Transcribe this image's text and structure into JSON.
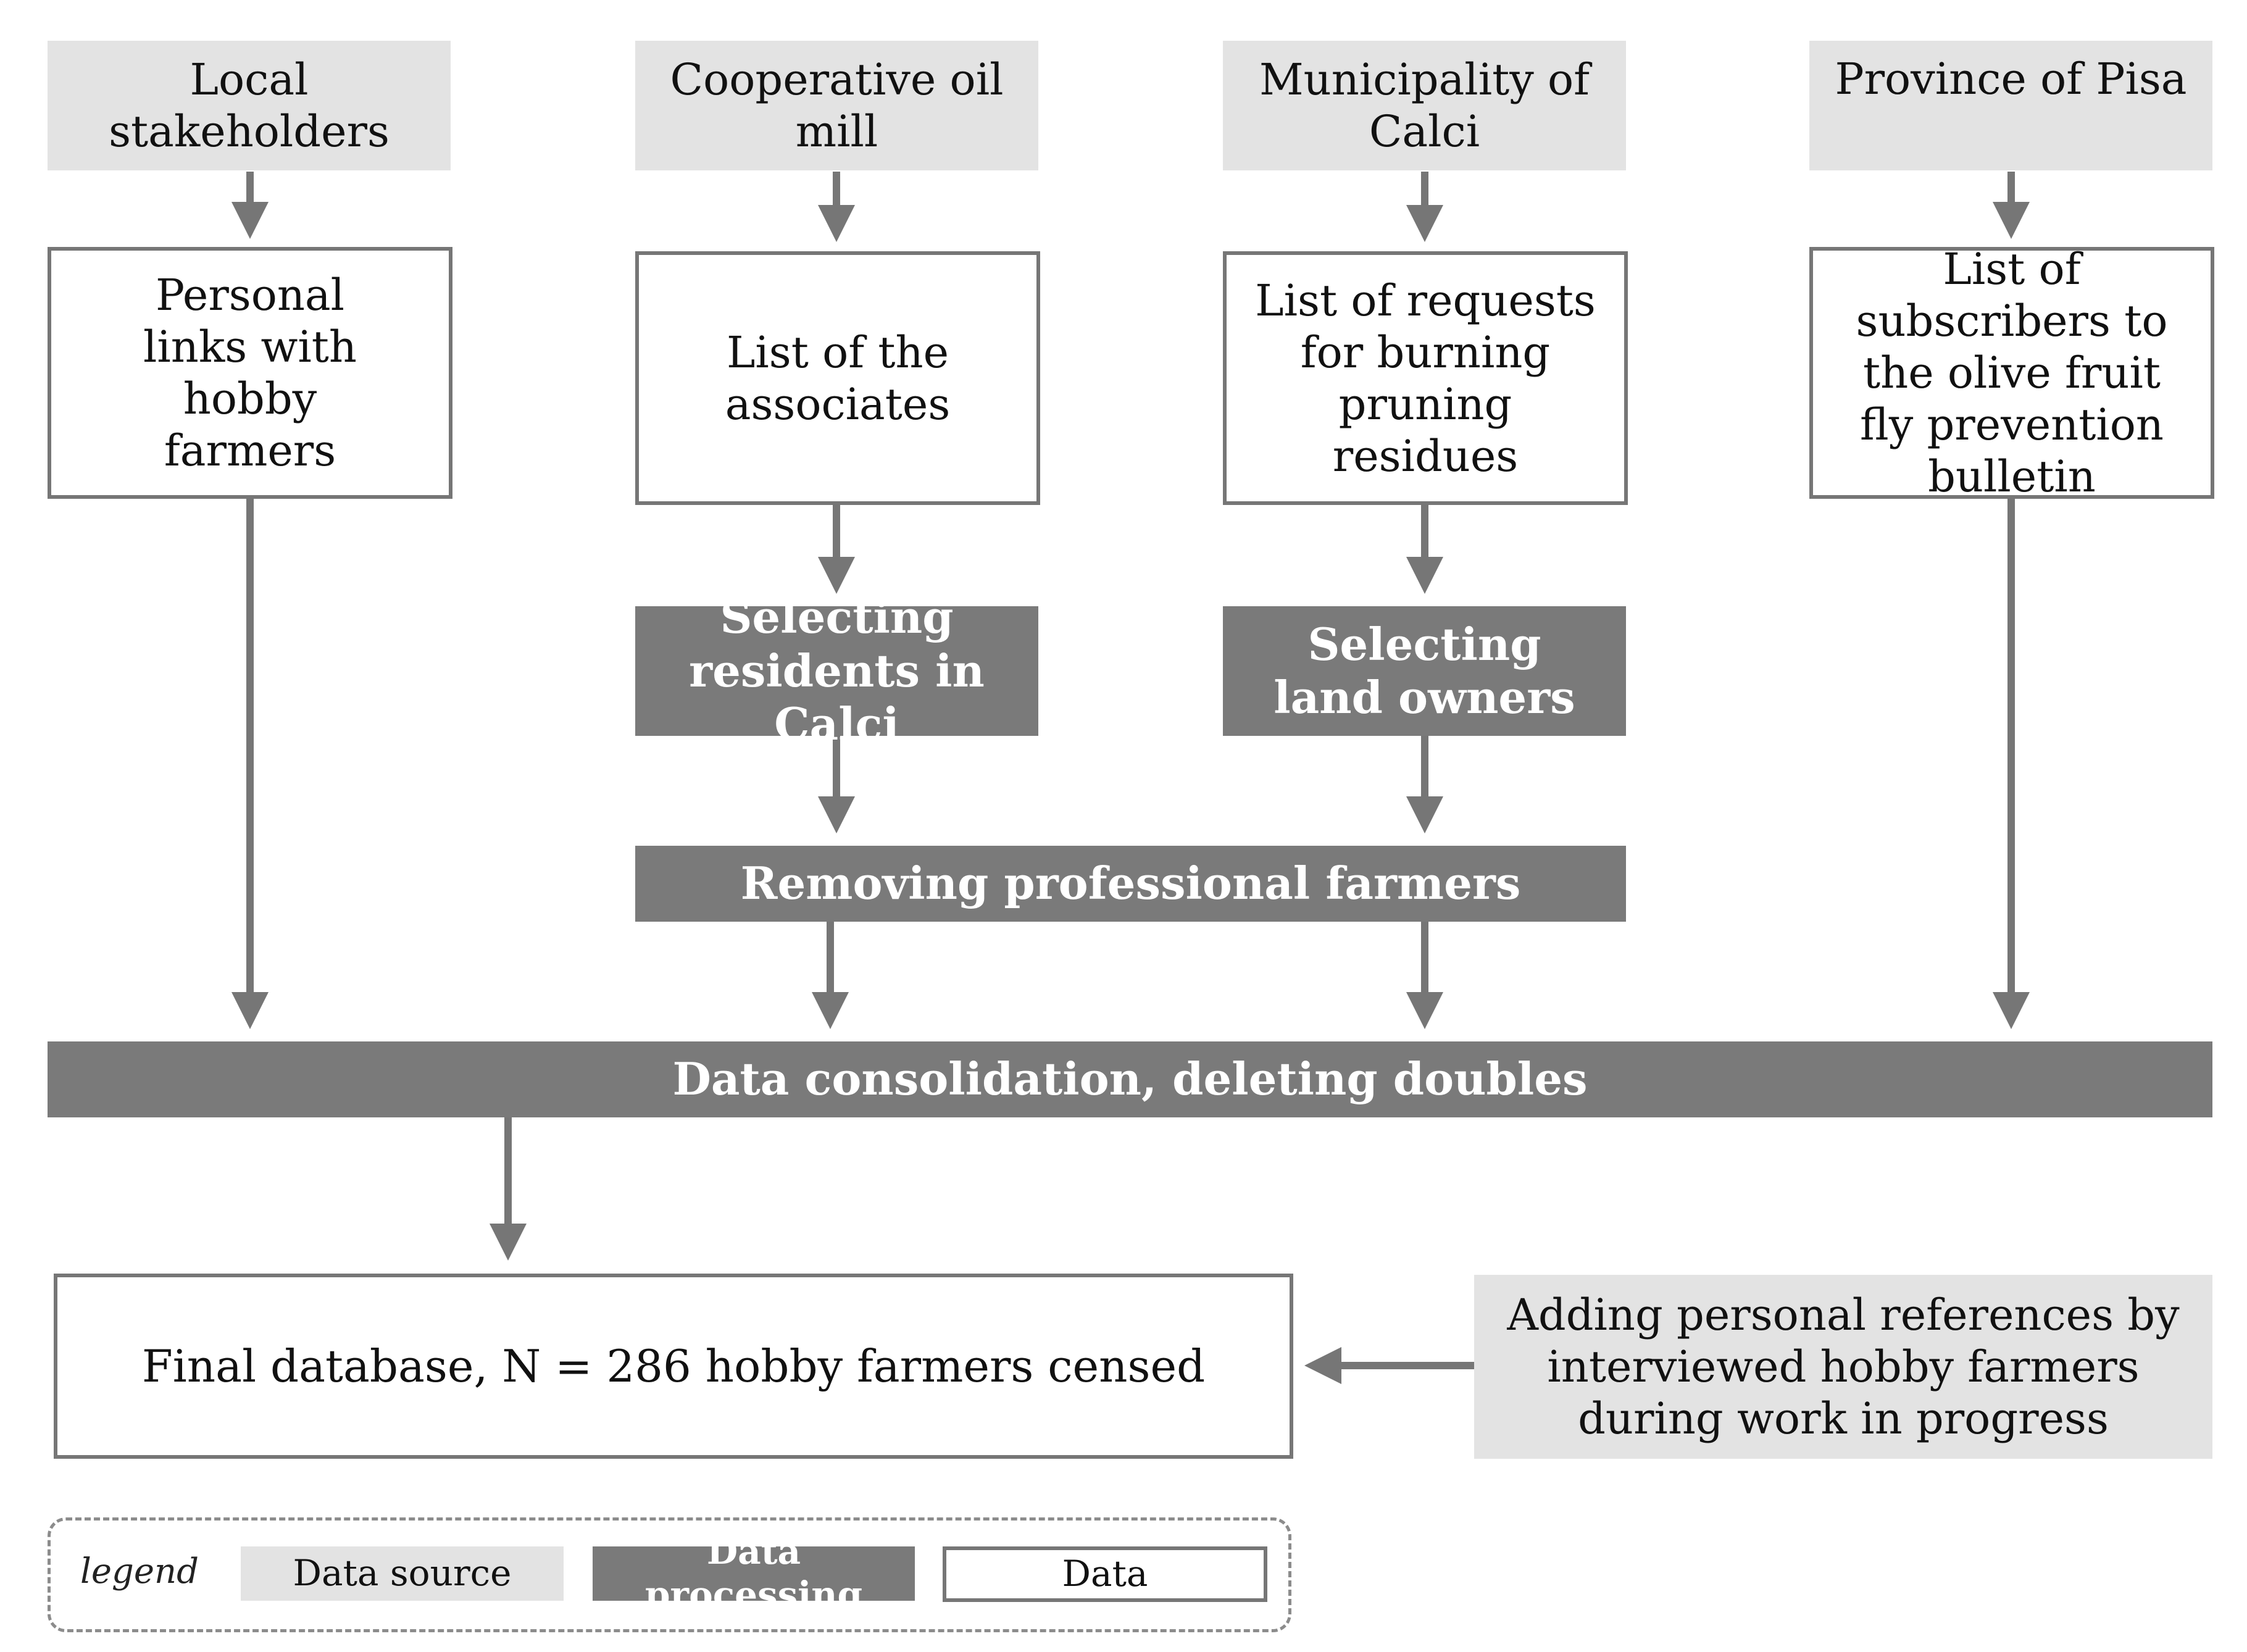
{
  "sources": {
    "local_stakeholders": "Local stakeholders",
    "cooperative_oil_mill": "Cooperative oil mill",
    "municipality_calci": "Municipality of Calci",
    "province_pisa": "Province of Pisa",
    "adding_references": "Adding personal references by interviewed hobby farmers during work in progress"
  },
  "data_nodes": {
    "personal_links": "Personal links with hobby farmers",
    "associates_list": "List of the associates",
    "burning_requests": "List of requests for burning pruning residues",
    "bulletin_subscribers": "List of subscribers to the olive fruit fly prevention bulletin",
    "final_database": "Final database, N = 286 hobby farmers censed"
  },
  "processing": {
    "selecting_residents": "Selecting residents in Calci",
    "selecting_owners": "Selecting land owners",
    "removing_professionals": "Removing professional farmers",
    "consolidation": "Data consolidation, deleting doubles"
  },
  "legend": {
    "title": "legend",
    "data_source": "Data source",
    "data_processing": "Data processing",
    "data": "Data"
  },
  "colors": {
    "data_source_fill": "#e3e3e3",
    "processing_fill": "#7a7a7a",
    "data_border": "#767676",
    "arrow": "#767676"
  }
}
